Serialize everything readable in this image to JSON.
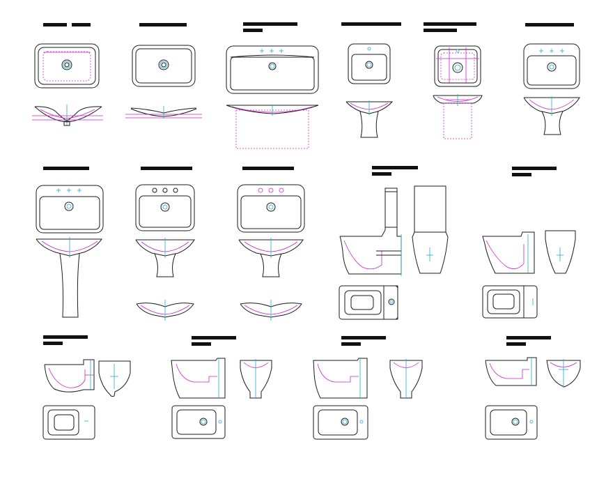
{
  "drawing": {
    "colors": {
      "outline": "#1a1a1a",
      "hidden_lines": "#cc22cc",
      "centerlines": "#22aacc",
      "background": "#ffffff"
    },
    "fixtures": [
      {
        "id": "basin-1",
        "kind": "countertop-basin",
        "title_lines": 1,
        "views": [
          "top",
          "front"
        ]
      },
      {
        "id": "basin-2",
        "kind": "countertop-basin",
        "title_lines": 1,
        "views": [
          "top",
          "front"
        ]
      },
      {
        "id": "basin-3",
        "kind": "furniture-basin",
        "title_lines": 2,
        "views": [
          "top",
          "front"
        ]
      },
      {
        "id": "basin-4",
        "kind": "basin-half-pedestal",
        "title_lines": 1,
        "views": [
          "top",
          "front"
        ]
      },
      {
        "id": "basin-5",
        "kind": "corner-basin",
        "title_lines": 2,
        "views": [
          "top",
          "front"
        ]
      },
      {
        "id": "basin-6",
        "kind": "basin-half-pedestal",
        "title_lines": 1,
        "views": [
          "top",
          "front"
        ]
      },
      {
        "id": "basin-7",
        "kind": "basin-full-pedestal",
        "title_lines": 1,
        "views": [
          "top",
          "front"
        ]
      },
      {
        "id": "basin-8",
        "kind": "basin-half-pedestal",
        "title_lines": 1,
        "views": [
          "top",
          "front",
          "section"
        ]
      },
      {
        "id": "basin-9",
        "kind": "basin-half-pedestal",
        "title_lines": 1,
        "views": [
          "top",
          "front",
          "section"
        ]
      },
      {
        "id": "wc-1",
        "kind": "close-coupled-wc",
        "title_lines": 2,
        "views": [
          "side",
          "front",
          "top"
        ]
      },
      {
        "id": "wc-2",
        "kind": "back-to-wall-wc",
        "title_lines": 2,
        "views": [
          "side",
          "front",
          "top"
        ]
      },
      {
        "id": "wc-3",
        "kind": "wall-hung-wc",
        "title_lines": 2,
        "views": [
          "side",
          "front",
          "top"
        ]
      },
      {
        "id": "bidet-1",
        "kind": "floor-bidet",
        "title_lines": 2,
        "views": [
          "side",
          "front",
          "top"
        ]
      },
      {
        "id": "bidet-2",
        "kind": "floor-bidet",
        "title_lines": 2,
        "views": [
          "side",
          "front",
          "top"
        ]
      },
      {
        "id": "bidet-3",
        "kind": "wall-hung-bidet",
        "title_lines": 2,
        "views": [
          "side",
          "front",
          "top"
        ]
      }
    ]
  }
}
